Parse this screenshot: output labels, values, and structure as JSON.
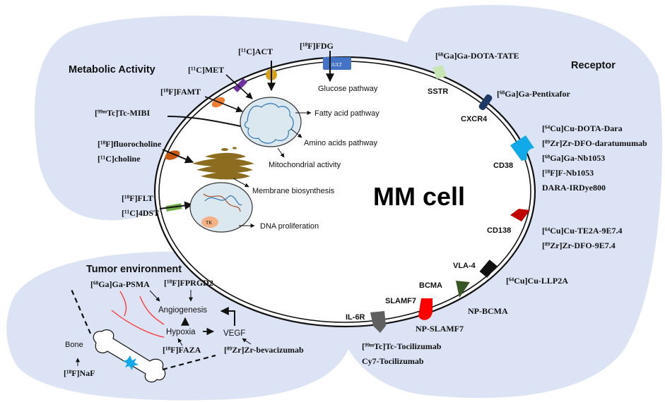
{
  "sections": {
    "metabolic": "Metabolic Activity",
    "receptor": "Receptor",
    "tumor": "Tumor environment"
  },
  "cell_label": "MM cell",
  "colors": {
    "background_blob": "#dbe3f4",
    "membrane": "#111111",
    "nucleus_fill": "#dbe8ef",
    "sstr": "#c7e6b4",
    "cxcr4": "#1f3864",
    "cd38": "#11a9e8",
    "cd138": "#c00000",
    "vla4": "#111111",
    "bcma": "#385723",
    "slamf7": "#ff0000",
    "il6r": "#606060",
    "fdg_transporter": "#4472c4",
    "act_marker": "#d4a017",
    "met_channel": "#7030a0",
    "famt_channel": "#ed7d31",
    "choline_channel": "#c55a11",
    "flt_channel": "#70ad47",
    "tk_blob": "#f4b183"
  },
  "metabolic": {
    "act": "[¹¹C]ACT",
    "fdg": "[¹⁸F]FDG",
    "gult": "GULT",
    "glucose_pathway": "Glucose pathway",
    "met": "[¹¹C]MET",
    "famt": "[¹⁸F]FAMT",
    "mibi": "[⁹⁹ᵐTc]Tc-MIBI",
    "fatty_acid": "Fatty acid pathway",
    "amino_acids": "Amino acids pathway",
    "mitochondrial": "Mitochondrial activity",
    "fluorocholine": "[¹⁸F]fluorocholine",
    "choline": "[¹¹C]choline",
    "membrane_bio": "Membrane biosynthesis",
    "flt": "[¹⁸F]FLT",
    "dst": "[¹¹C]4DST",
    "dna": "DNA proliferation",
    "tk": "TK"
  },
  "receptors": {
    "sstr_tracer": "[⁶⁸Ga]Ga-DOTA-TATE",
    "sstr": "SSTR",
    "cxcr4_tracer": "[⁶⁸Ga]Ga-Pentixafor",
    "cxcr4": "CXCR4",
    "cd38": "CD38",
    "cd38_tracers": [
      "[⁶⁴Cu]Cu-DOTA-Dara",
      "[⁸⁹Zr]Zr-DFO-daratumumab",
      "[⁶⁸Ga]Ga-Nb1053",
      "[¹⁸F]F-Nb1053",
      "DARA-IRDye800"
    ],
    "cd138": "CD138",
    "cd138_tracers": [
      "[⁶⁴Cu]Cu-TE2A-9E7.4",
      "[⁸⁹Zr]Zr-DFO-9E7.4"
    ],
    "vla4": "VLA-4",
    "vla4_tracer": "[⁶⁴Cu]Cu-LLP2A",
    "bcma": "BCMA",
    "bcma_tracer": "NP-BCMA",
    "slamf7": "SLAMF7",
    "slamf7_tracer": "NP-SLAMF7",
    "il6r": "IL-6R",
    "il6r_tracers": [
      "[⁹⁹ᵐTc]Tc-Tocilizumab",
      "Cy7-Tocilizumab"
    ]
  },
  "tumor": {
    "psma": "[⁶⁸Ga]Ga-PSMA",
    "fprgd2": "[¹⁸F]FPRGD2",
    "angiogenesis": "Angiogenesis",
    "hypoxia": "Hypoxia",
    "vegf": "VEGF",
    "faza": "[¹⁸F]FAZA",
    "bevacizumab": "[⁸⁹Zr]Zr-bevacizumab",
    "bone": "Bone",
    "naf": "[¹⁸F]NaF"
  }
}
